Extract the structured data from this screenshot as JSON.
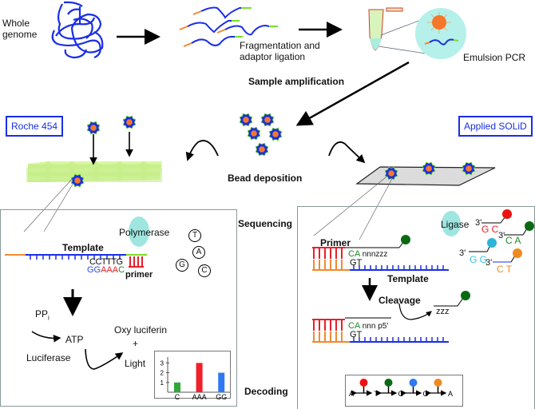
{
  "stages": {
    "whole_genome": "Whole\ngenome",
    "whole_genome_l1": "Whole",
    "whole_genome_l2": "genome",
    "fragmentation_l1": "Fragmentation and",
    "fragmentation_l2": "adaptor ligation",
    "emulsion_pcr": "Emulsion PCR",
    "sample_amplification": "Sample amplification",
    "bead_deposition": "Bead deposition",
    "sequencing": "Sequencing",
    "decoding": "Decoding"
  },
  "platforms": {
    "left": "Roche 454",
    "right": "Applied SOLiD"
  },
  "roche": {
    "polymerase": "Polymerase",
    "template": "Template",
    "primer": "primer",
    "top_seq": "CCTTTG",
    "bottom_seq": [
      {
        "text": "GG",
        "color": "#2a4ee6"
      },
      {
        "text": "AAA",
        "color": "#e8202a"
      },
      {
        "text": "C",
        "color": "#1f8a2a"
      }
    ],
    "nucleotides": [
      "T",
      "A",
      "G",
      "C"
    ],
    "ppi": "PP",
    "ppi_sub": "i",
    "atp": "ATP",
    "luciferase": "Luciferase",
    "oxyluciferin": "Oxy luciferin",
    "plus": "+",
    "light": "Light"
  },
  "chart_data": {
    "type": "bar",
    "title": "",
    "xlabel": "",
    "ylabel": "",
    "categories": [
      "C",
      "AAA",
      "GG"
    ],
    "values": [
      1,
      3,
      2
    ],
    "colors": [
      "#2fa83a",
      "#f0202a",
      "#2f7af0"
    ],
    "yticks": [
      1,
      2,
      3
    ],
    "ylim": [
      0,
      3.6
    ]
  },
  "solid": {
    "ligase": "Ligase",
    "primer": "Primer",
    "template": "Template",
    "cleavage": "Cleavage",
    "probe_seq_1": "nnnzzz",
    "ligated_seq": "nnn p5'",
    "ca": "CA",
    "gt": "GT",
    "zzz": "zzz",
    "three_prime": "3'",
    "probes": [
      {
        "dinuc": "G C",
        "color": "#e8202a",
        "dye": "#ee1111"
      },
      {
        "dinuc": "C A",
        "color": "#1f8a2a",
        "dye": "#0a6a12"
      },
      {
        "dinuc": "G G",
        "color": "#35c4dc",
        "dye": "#2bb5d8"
      },
      {
        "dinuc": "C T",
        "color": "#f08a20",
        "dye": "#f08a20"
      }
    ],
    "decoding": {
      "bases": [
        "A",
        "T",
        "G",
        "G",
        "A"
      ],
      "dyes": [
        "#ee1111",
        "#0a6a12",
        "#2f7af0",
        "#f08a20"
      ]
    }
  }
}
